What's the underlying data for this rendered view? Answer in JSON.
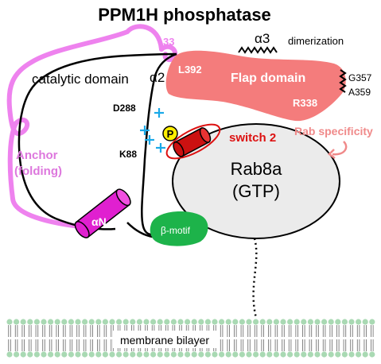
{
  "title": "PPM1H phosphatase",
  "labels": {
    "res33": "33",
    "alpha3": "α3",
    "dimerization": "dimerization",
    "catalytic_domain": "catalytic domain",
    "alpha2": "α2",
    "l392": "L392",
    "flap_domain": "Flap domain",
    "g357": "G357",
    "a359": "A359",
    "r338": "R338",
    "d288": "D288",
    "k88": "K88",
    "phospho": "P",
    "switch2": "switch 2",
    "rab_specificity": "Rab specificity",
    "anchor_line1": "Anchor",
    "anchor_line2": "(folding)",
    "rab_line1": "Rab8a",
    "rab_line2": "(GTP)",
    "alphaN": "αN",
    "beta_motif": "β-motif",
    "membrane": "membrane bilayer"
  },
  "colors": {
    "anchor": "#ee82ee",
    "flap": "#f47c7c",
    "alphaN": "#e020d0",
    "switch2": "#dd1111",
    "beta_motif": "#1db34a",
    "charge_plus": "#1aa9e8",
    "rab_fill": "#ebebeb",
    "phospho_fill": "#ffee00",
    "rab_specificity": "#f08a8a",
    "lipid_head": "#a9d9b3"
  },
  "icons": {
    "plus": "plus-sign-icon",
    "arrow": "curved-arrow-icon"
  }
}
